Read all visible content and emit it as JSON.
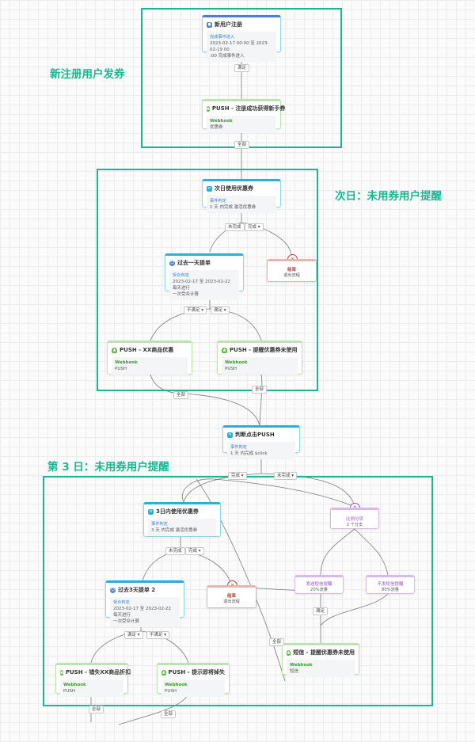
{
  "sections": {
    "s1": {
      "title": "新注册用户发券"
    },
    "s2": {
      "title": "次日：未用券用户提醒"
    },
    "s3": {
      "title": "第 3 日：未用券用户提醒"
    }
  },
  "nodes": {
    "newuser": {
      "title": "新用户注册",
      "sub": "完成事件进入",
      "line1": "2023-02-17 00:00 至 2023-02-19 00",
      "line2": ":00 完成事件进入"
    },
    "push1": {
      "title": "PUSH - 注册成功获得新手券",
      "channel": "Webhook",
      "content": "优惠券"
    },
    "nextday": {
      "title": "次日使用优惠券",
      "sub": "事件判定",
      "line1": "1 天 内完成 激活优惠券"
    },
    "pastday": {
      "title": "过去一天提单",
      "sub": "受众判定",
      "line1": "2023-02-17 至 2023-02-22 每天进行",
      "line2": "一次受众计算"
    },
    "end1": {
      "title": "结束",
      "content": "退出流程"
    },
    "pushxx": {
      "title": "PUSH - XX商品优惠",
      "channel": "Webhook",
      "content": "PUSH"
    },
    "pushremind": {
      "title": "PUSH - 提醒优惠券未使用",
      "channel": "Webhook",
      "content": "PUSH"
    },
    "clickpush": {
      "title": "判断点击PUSH",
      "sub": "事件判定",
      "line1": "1 天 内完成 $click"
    },
    "day3coupon": {
      "title": "3日内使用优惠券",
      "sub": "事件判定",
      "line1": "3 天 内完成 激活优惠券"
    },
    "ratio": {
      "title": "比例分流",
      "content": "2 个分支"
    },
    "sendsms": {
      "title": "发送短信提醒",
      "content": "20%流量"
    },
    "nosms": {
      "title": "不发短信提醒",
      "content": "80%流量"
    },
    "past3": {
      "title": "过去3天提单 2",
      "sub": "受众判定",
      "line1": "2023-02-17 至 2023-02-22 每天进行",
      "line2": "一次受众计算"
    },
    "end2": {
      "title": "结束",
      "content": "退出流程"
    },
    "sms": {
      "title": "短信 - 提醒优惠券未使用",
      "channel": "Webhook",
      "content": "短信"
    },
    "pushloss": {
      "title": "PUSH - 错失XX商品折扣",
      "channel": "Webhook",
      "content": "PUSH"
    },
    "pushexpire": {
      "title": "PUSH - 提示即将掉失",
      "channel": "Webhook",
      "content": "PUSH"
    }
  },
  "edge_labels": {
    "l_satisfy1": "满足",
    "l_all1": "全部",
    "l_notdone1": "未完成",
    "l_done1": "完成 ▾",
    "l_notsat1": "不满足 ▾",
    "l_sat1": "满足 ▾",
    "l_all2": "全部",
    "l_all3": "全部",
    "l_done2": "完成 ▾",
    "l_notdone2": "未完成 ▾",
    "l_notdone3": "未完成",
    "l_done3": "完成 ▾",
    "l_sat2": "满足",
    "l_sat3": "满足 ▾",
    "l_notsat2": "不满足 ▾",
    "l_all4": "全部",
    "l_all5": "全部",
    "l_all6": "全部"
  },
  "colors": {
    "frame": "#17b890",
    "cyan": "#2ab0d8",
    "green": "#5bbb3c",
    "red": "#c0392b",
    "purple": "#9b4fc4",
    "blue": "#4a7fd6"
  }
}
